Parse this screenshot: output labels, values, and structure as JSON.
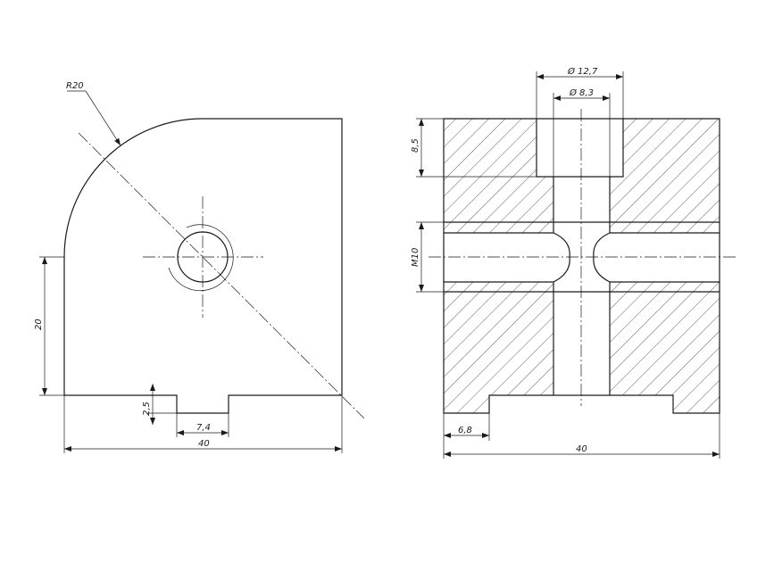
{
  "front_view": {
    "radius_label": "R20",
    "height_label": "20",
    "slot_depth_label": "2,5",
    "slot_width_label": "7,4",
    "width_label": "40"
  },
  "section_view": {
    "counterbore_diameter_label": "Ø 12,7",
    "hole_diameter_label": "Ø 8,3",
    "counterbore_depth_label": "8,5",
    "thread_label": "M10",
    "foot_width_label": "6,8",
    "width_label": "40"
  }
}
